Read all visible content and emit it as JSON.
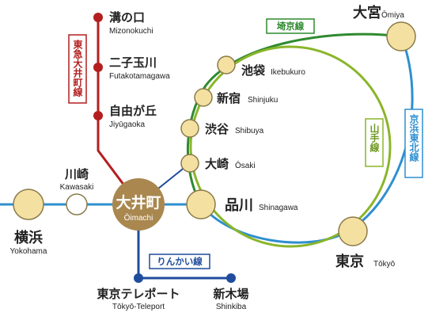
{
  "colors": {
    "ring_outer": "#8aa82a",
    "ring_mid": "#2f8a2f",
    "yamanote": "#8ab52a",
    "tokaido": "#2e8fcf",
    "oimachi_line": "#b41e1e",
    "rinkai": "#1f4c9c",
    "station_fill": "#f4e1a1",
    "station_stroke": "#8a7a4a",
    "hub_fill": "#a9874e"
  },
  "stations": {
    "mizonokuchi": {
      "jp": "溝の口",
      "romaji": "Mizonokuchi"
    },
    "futakotamagawa": {
      "jp": "二子玉川",
      "romaji": "Futakotamagawa"
    },
    "jiyugaoka": {
      "jp": "自由が丘",
      "romaji": "Jiyūgaoka"
    },
    "ikebukuro": {
      "jp": "池袋",
      "romaji": "Ikebukuro"
    },
    "shinjuku": {
      "jp": "新宿",
      "romaji": "Shinjuku"
    },
    "shibuya": {
      "jp": "渋谷",
      "romaji": "Shibuya"
    },
    "osaki": {
      "jp": "大崎",
      "romaji": "Ōsaki"
    },
    "shinagawa": {
      "jp": "品川",
      "romaji": "Shinagawa"
    },
    "omiya": {
      "jp": "大宮",
      "romaji": "Ōmiya"
    },
    "tokyo": {
      "jp": "東京",
      "romaji": "Tōkyō"
    },
    "kawasaki": {
      "jp": "川崎",
      "romaji": "Kawasaki"
    },
    "yokohama": {
      "jp": "横浜",
      "romaji": "Yokohama"
    },
    "oimachi": {
      "jp": "大井町",
      "romaji": "Ōimachi"
    },
    "teleport": {
      "jp": "東京テレポート",
      "romaji": "Tōkyō-Teleport"
    },
    "shinkiba": {
      "jp": "新木場",
      "romaji": "Shinkiba"
    }
  },
  "lines": {
    "oimachi": "東急大井町線",
    "saikyo": "埼京線",
    "yamanote": "山手線",
    "keihin_tohoku": "京浜東北線",
    "rinkai": "りんかい線"
  }
}
